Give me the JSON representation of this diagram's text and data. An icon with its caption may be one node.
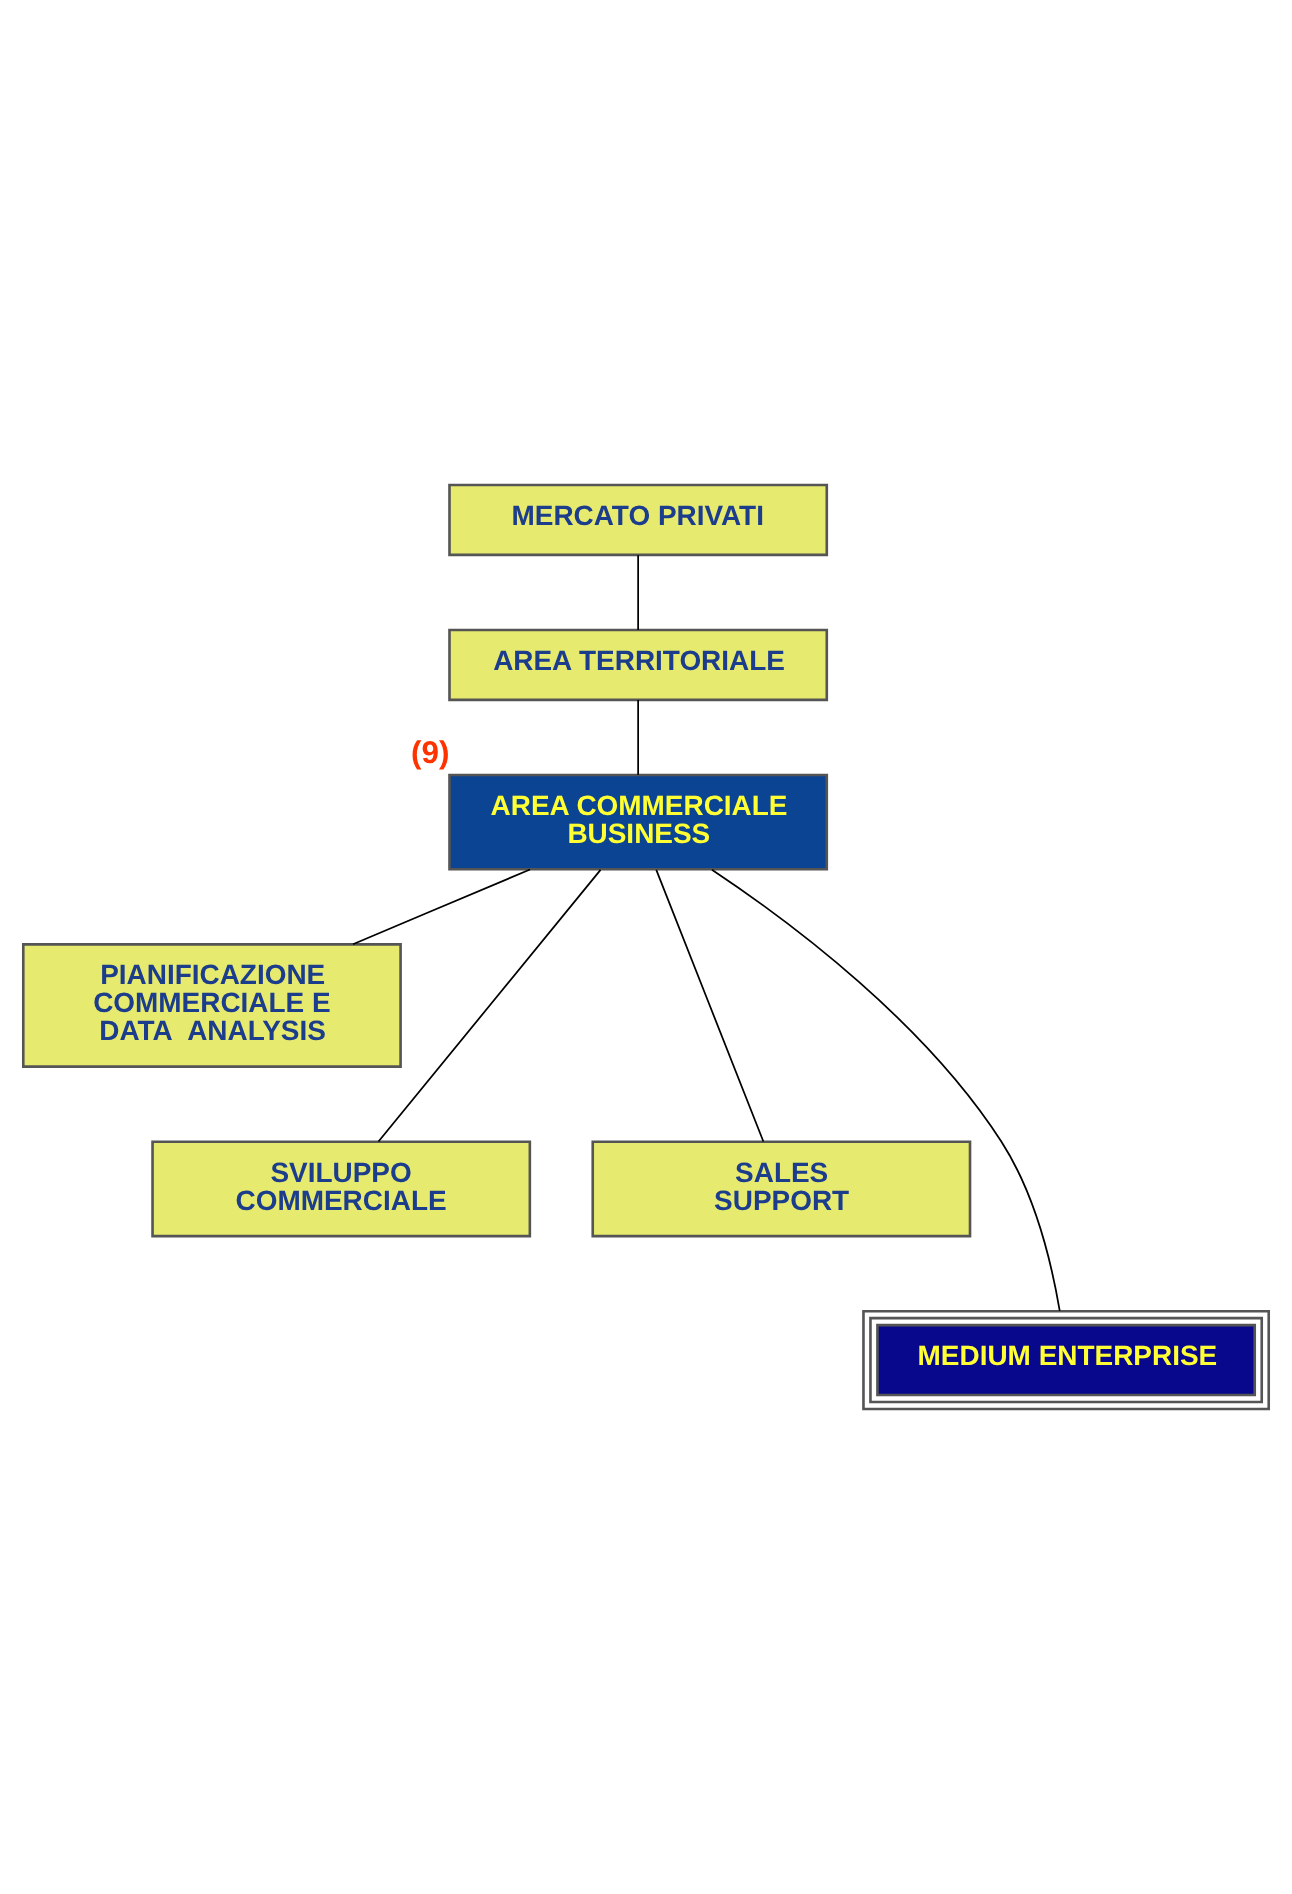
{
  "diagram": {
    "nodes": [
      {
        "text": [
          "MERCATO PRIVATI"
        ]
      },
      {
        "text": [
          "AREA TERRITORIALE"
        ]
      },
      {
        "text": [
          "AREA COMMERCIALE BUSINESS"
        ],
        "beside": [
          "(9)"
        ]
      },
      {
        "text": [
          "PIANIFICAZIONE COMMERCIALE E DATA  ANALYSIS"
        ]
      },
      {
        "text": [
          "SVILUPPO COMMERCIALE"
        ]
      },
      {
        "text": [
          "SALES SUPPORT"
        ]
      },
      {
        "text": [
          "MEDIUM ENTERPRISE"
        ]
      }
    ],
    "edges": [
      {
        "from": 0,
        "to": 1,
        "arrow": "none"
      },
      {
        "from": 1,
        "to": 2,
        "arrow": "none"
      },
      {
        "from": 2,
        "to": 3,
        "arrow": "none"
      },
      {
        "from": 2,
        "to": 4,
        "arrow": "none"
      },
      {
        "from": 2,
        "to": 5,
        "arrow": "none"
      },
      {
        "from": 2,
        "to": 6,
        "arrow": "none"
      }
    ]
  }
}
